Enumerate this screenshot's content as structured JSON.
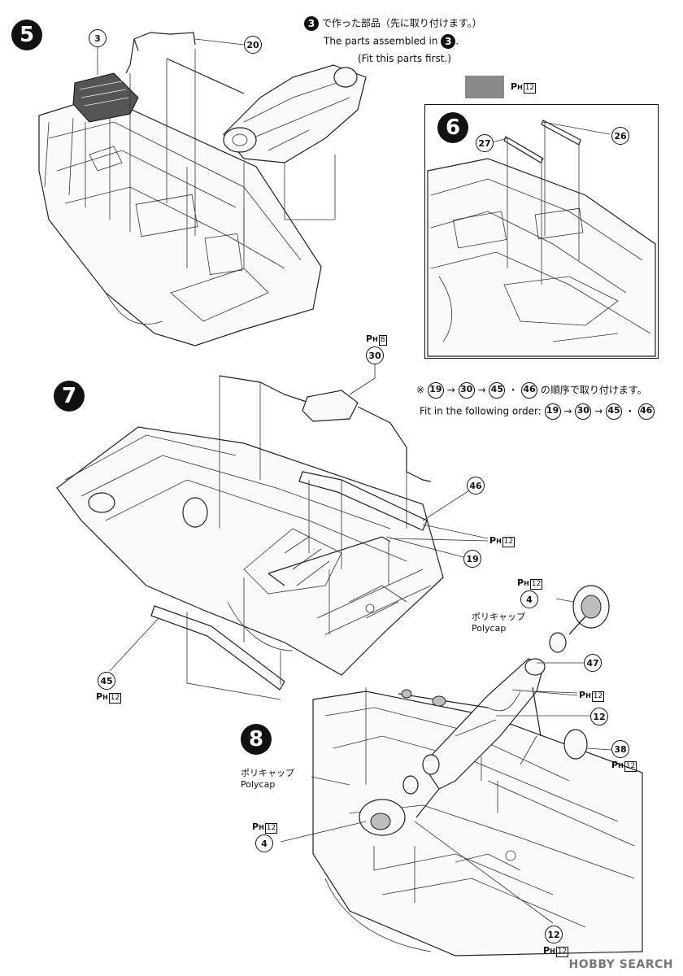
{
  "steps": {
    "step5": "5",
    "step6": "6",
    "step7": "7",
    "step8": "8"
  },
  "notes": {
    "step3_jp": "で作った部品（先に取り付けます。）",
    "step3_en": "The parts assembled in",
    "step3_ref": "3",
    "step3_first": "(Fit this parts first.)",
    "order_jp_prefix": "※",
    "order_jp_suffix": "の順序で取り付けます。",
    "order_en_prefix": "Fit in the following order:",
    "order_parts": [
      "19",
      "30",
      "45",
      "46"
    ],
    "arrow_sep": "→",
    "dot_sep": "・"
  },
  "paint": {
    "code_letter": "P",
    "code_sub": "H",
    "swatch_num": "12",
    "muffler_num": "8",
    "num_12": "12"
  },
  "parts": {
    "p3": "3",
    "p20": "20",
    "p27": "27",
    "p26": "26",
    "p30": "30",
    "p46": "46",
    "p19": "19",
    "p45": "45",
    "p4a": "4",
    "p47": "47",
    "p12a": "12",
    "p38": "38",
    "p4b": "4",
    "p12b": "12"
  },
  "polycap": {
    "jp": "ポリキャップ",
    "en": "Polycap"
  },
  "watermark": "HOBBY SEARCH",
  "colors": {
    "swatch_gray": "#8a8a8a",
    "line": "#222222"
  }
}
